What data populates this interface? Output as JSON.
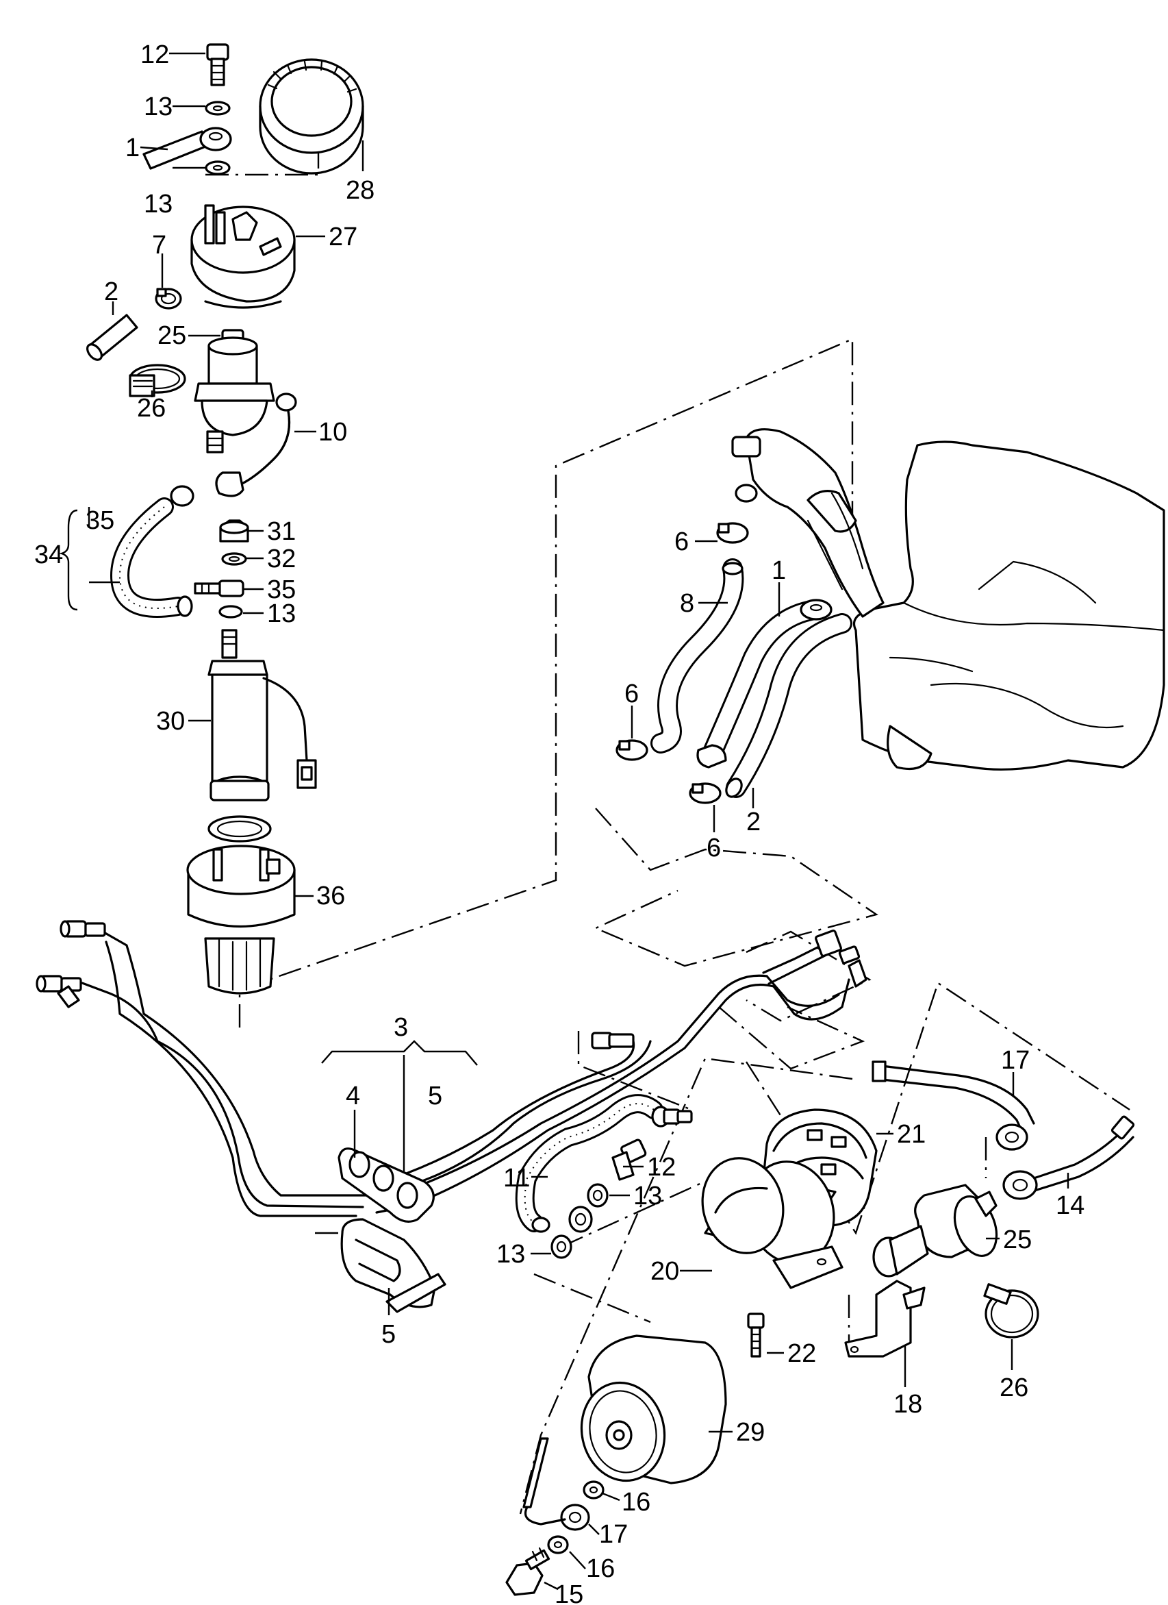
{
  "callouts": [
    {
      "id": "c12a",
      "text": "12"
    },
    {
      "id": "c13a",
      "text": "13"
    },
    {
      "id": "c1a",
      "text": "1"
    },
    {
      "id": "c13b",
      "text": "13"
    },
    {
      "id": "c28",
      "text": "28"
    },
    {
      "id": "c27",
      "text": "27"
    },
    {
      "id": "c7",
      "text": "7"
    },
    {
      "id": "c2a",
      "text": "2"
    },
    {
      "id": "c25a",
      "text": "25"
    },
    {
      "id": "c26a",
      "text": "26"
    },
    {
      "id": "c10",
      "text": "10"
    },
    {
      "id": "c35a",
      "text": "35"
    },
    {
      "id": "c34",
      "text": "34"
    },
    {
      "id": "c31",
      "text": "31"
    },
    {
      "id": "c32",
      "text": "32"
    },
    {
      "id": "c35b",
      "text": "35"
    },
    {
      "id": "c13c",
      "text": "13"
    },
    {
      "id": "c30",
      "text": "30"
    },
    {
      "id": "c36",
      "text": "36"
    },
    {
      "id": "c6a",
      "text": "6"
    },
    {
      "id": "c8",
      "text": "8"
    },
    {
      "id": "c1b",
      "text": "1"
    },
    {
      "id": "c6b",
      "text": "6"
    },
    {
      "id": "c2b",
      "text": "2"
    },
    {
      "id": "c6c",
      "text": "6"
    },
    {
      "id": "c3",
      "text": "3"
    },
    {
      "id": "c4",
      "text": "4"
    },
    {
      "id": "c5a",
      "text": "5"
    },
    {
      "id": "c5b",
      "text": "5"
    },
    {
      "id": "c11",
      "text": "11"
    },
    {
      "id": "c12b",
      "text": "12"
    },
    {
      "id": "c13d",
      "text": "13"
    },
    {
      "id": "c13e",
      "text": "13"
    },
    {
      "id": "c21",
      "text": "21"
    },
    {
      "id": "c20",
      "text": "20"
    },
    {
      "id": "c17a",
      "text": "17"
    },
    {
      "id": "c14",
      "text": "14"
    },
    {
      "id": "c25b",
      "text": "25"
    },
    {
      "id": "c22",
      "text": "22"
    },
    {
      "id": "c18",
      "text": "18"
    },
    {
      "id": "c26b",
      "text": "26"
    },
    {
      "id": "c29",
      "text": "29"
    },
    {
      "id": "c16a",
      "text": "16"
    },
    {
      "id": "c17b",
      "text": "17"
    },
    {
      "id": "c16b",
      "text": "16"
    },
    {
      "id": "c15",
      "text": "15"
    }
  ]
}
